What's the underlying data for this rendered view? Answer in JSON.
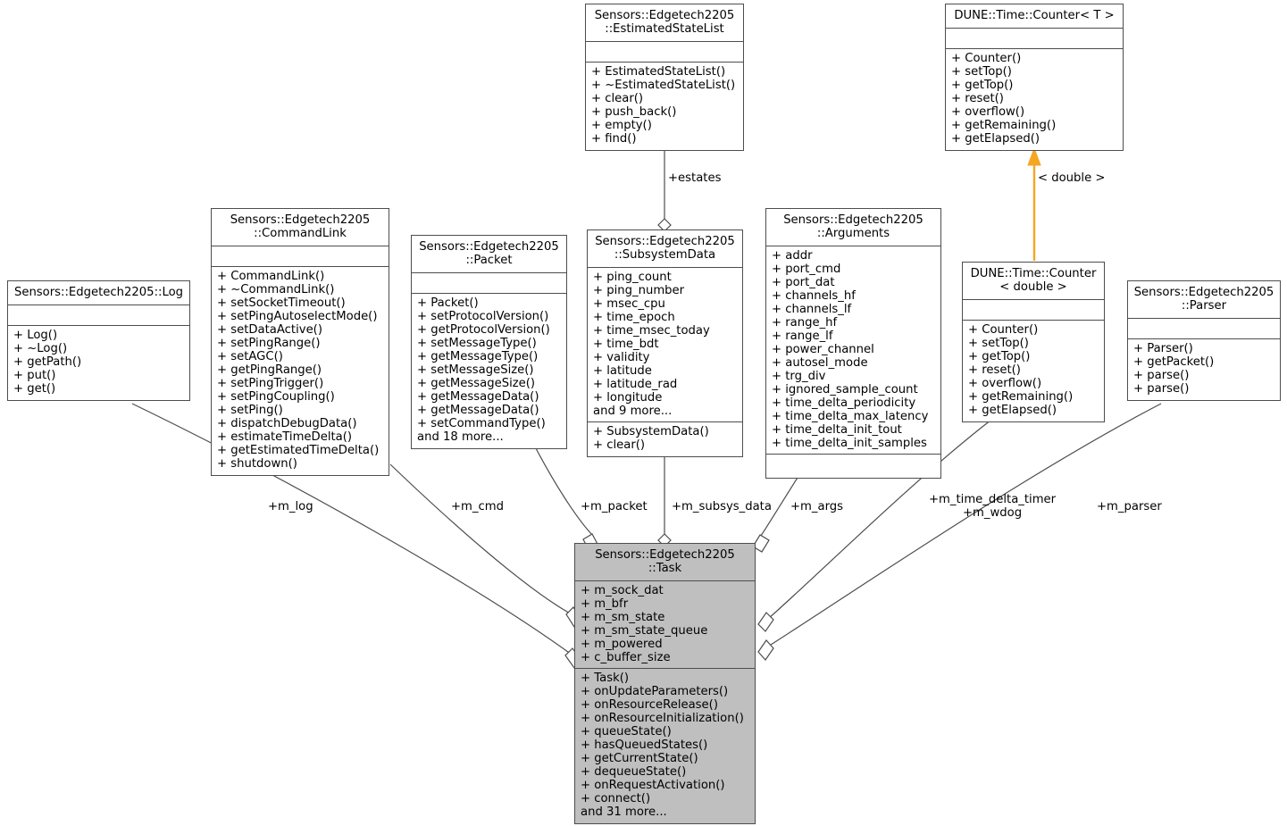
{
  "diagram": {
    "type": "uml-class-diagram",
    "title": "Sensors::Edgetech2205::Task collaboration diagram",
    "background": "#ffffff",
    "line_color": "#4d4d4d",
    "highlight_fill": "#bfbfbf",
    "template_arrow_color": "#f5a623"
  },
  "classes": [
    {
      "id": "estimatedstatelist",
      "name": "Sensors::Edgetech2205\n::EstimatedStateList",
      "highlighted": false,
      "attributes": [],
      "operations": [
        "+ EstimatedStateList()",
        "+ ~EstimatedStateList()",
        "+ clear()",
        "+ push_back()",
        "+ empty()",
        "+ find()"
      ]
    },
    {
      "id": "counter_t",
      "name": "DUNE::Time::Counter< T >",
      "highlighted": false,
      "attributes": [],
      "operations": [
        "+ Counter()",
        "+ setTop()",
        "+ getTop()",
        "+ reset()",
        "+ overflow()",
        "+ getRemaining()",
        "+ getElapsed()"
      ]
    },
    {
      "id": "commandlink",
      "name": "Sensors::Edgetech2205\n::CommandLink",
      "highlighted": false,
      "attributes": [],
      "operations": [
        "+ CommandLink()",
        "+ ~CommandLink()",
        "+ setSocketTimeout()",
        "+ setPingAutoselectMode()",
        "+ setDataActive()",
        "+ setPingRange()",
        "+ setAGC()",
        "+ getPingRange()",
        "+ setPingTrigger()",
        "+ setPingCoupling()",
        "+ setPing()",
        "+ dispatchDebugData()",
        "+ estimateTimeDelta()",
        "+ getEstimatedTimeDelta()",
        "+ shutdown()"
      ]
    },
    {
      "id": "log",
      "name": "Sensors::Edgetech2205::Log",
      "highlighted": false,
      "attributes": [],
      "operations": [
        "+ Log()",
        "+ ~Log()",
        "+ getPath()",
        "+ put()",
        "+ get()"
      ]
    },
    {
      "id": "packet",
      "name": "Sensors::Edgetech2205\n::Packet",
      "highlighted": false,
      "attributes": [],
      "operations": [
        "+ Packet()",
        "+ setProtocolVersion()",
        "+ getProtocolVersion()",
        "+ setMessageType()",
        "+ getMessageType()",
        "+ setMessageSize()",
        "+ getMessageSize()",
        "+ getMessageData()",
        "+ getMessageData()",
        "+ setCommandType()",
        "and 18 more..."
      ]
    },
    {
      "id": "subsystemdata",
      "name": "Sensors::Edgetech2205\n::SubsystemData",
      "highlighted": false,
      "attributes": [
        "+ ping_count",
        "+ ping_number",
        "+ msec_cpu",
        "+ time_epoch",
        "+ time_msec_today",
        "+ time_bdt",
        "+ validity",
        "+ latitude",
        "+ latitude_rad",
        "+ longitude",
        "and 9 more..."
      ],
      "operations": [
        "+ SubsystemData()",
        "+ clear()"
      ]
    },
    {
      "id": "arguments",
      "name": "Sensors::Edgetech2205\n::Arguments",
      "highlighted": false,
      "attributes": [
        "+ addr",
        "+ port_cmd",
        "+ port_dat",
        "+ channels_hf",
        "+ channels_lf",
        "+ range_hf",
        "+ range_lf",
        "+ power_channel",
        "+ autosel_mode",
        "+ trg_div",
        "+ ignored_sample_count",
        "+ time_delta_periodicity",
        "+ time_delta_max_latency",
        "+ time_delta_init_tout",
        "+ time_delta_init_samples"
      ],
      "operations": []
    },
    {
      "id": "counter_double",
      "name": "DUNE::Time::Counter\n< double >",
      "highlighted": false,
      "attributes": [],
      "operations": [
        "+ Counter()",
        "+ setTop()",
        "+ getTop()",
        "+ reset()",
        "+ overflow()",
        "+ getRemaining()",
        "+ getElapsed()"
      ]
    },
    {
      "id": "parser",
      "name": "Sensors::Edgetech2205\n::Parser",
      "highlighted": false,
      "attributes": [],
      "operations": [
        "+ Parser()",
        "+ getPacket()",
        "+ parse()",
        "+ parse()"
      ]
    },
    {
      "id": "task",
      "name": "Sensors::Edgetech2205\n::Task",
      "highlighted": true,
      "attributes": [
        "+ m_sock_dat",
        "+ m_bfr",
        "+ m_sm_state",
        "+ m_sm_state_queue",
        "+ m_powered",
        "+ c_buffer_size"
      ],
      "operations": [
        "+ Task()",
        "+ onUpdateParameters()",
        "+ onResourceRelease()",
        "+ onResourceInitialization()",
        "+ queueState()",
        "+ hasQueuedStates()",
        "+ getCurrentState()",
        "+ dequeueState()",
        "+ onRequestActivation()",
        "+ connect()",
        "and 31 more..."
      ]
    }
  ],
  "edge_labels": {
    "estates": "+estates",
    "template_double": "< double >",
    "m_log": "+m_log",
    "m_cmd": "+m_cmd",
    "m_packet": "+m_packet",
    "m_subsys_data": "+m_subsys_data",
    "m_args": "+m_args",
    "m_time_delta_timer": "+m_time_delta_timer\n+m_wdog",
    "m_parser": "+m_parser"
  }
}
